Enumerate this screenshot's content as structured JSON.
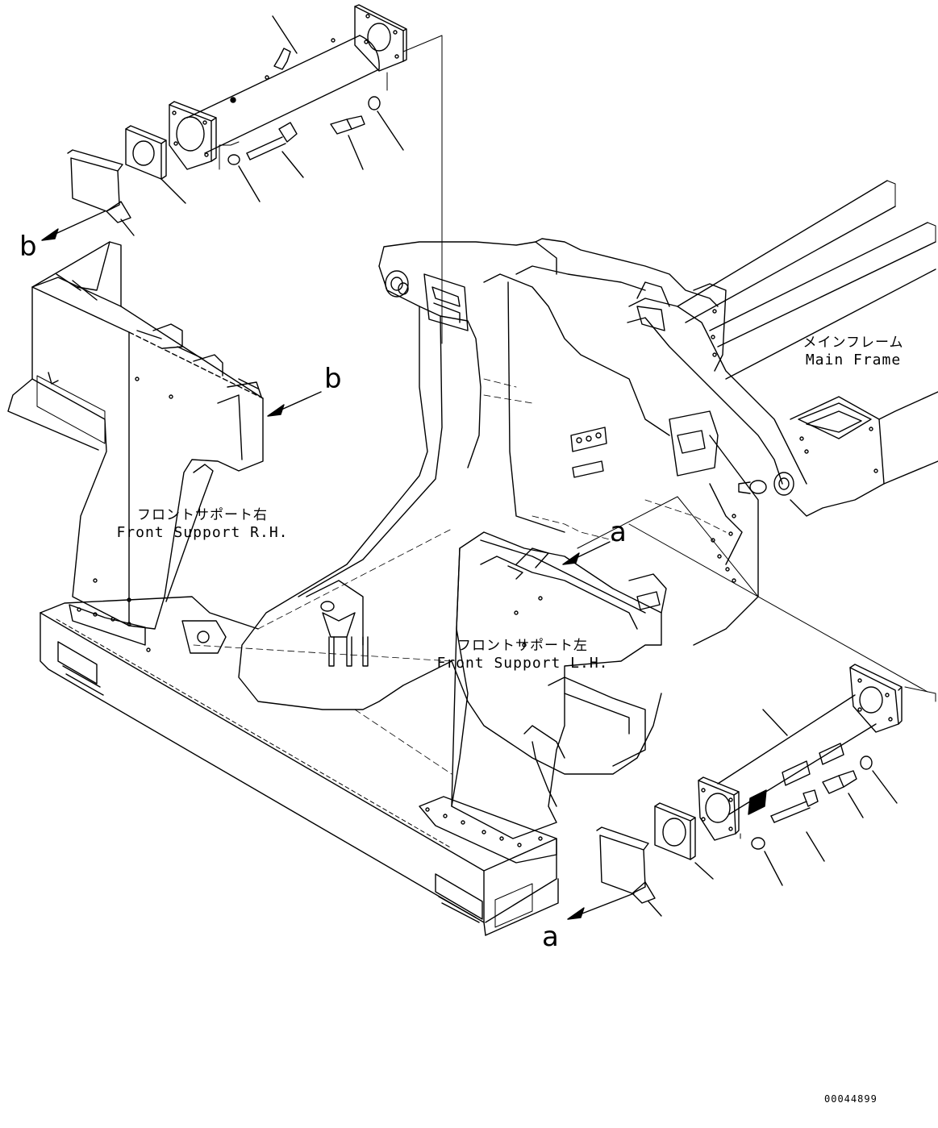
{
  "labels": {
    "main_frame": {
      "ja": "メインフレーム",
      "en": "Main Frame"
    },
    "front_support_rh": {
      "ja": "フロントサポート右",
      "en": "Front Support R.H."
    },
    "front_support_lh": {
      "ja": "フロントサポート左",
      "en": "Front Support L.H."
    }
  },
  "refs": {
    "b_top": "b",
    "b_mid": "b",
    "a_mid": "a",
    "a_bottom": "a"
  },
  "image_id": "00044899"
}
